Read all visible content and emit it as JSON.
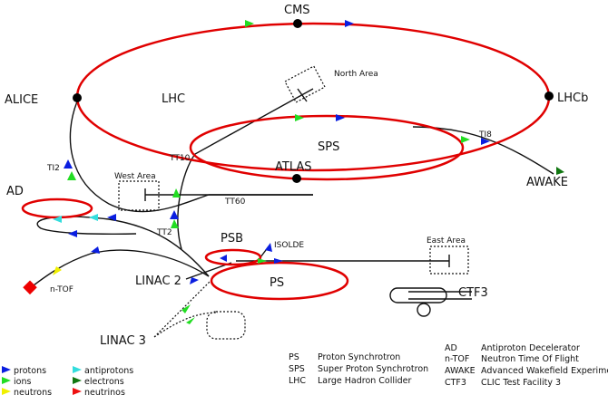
{
  "labels": {
    "cms": "CMS",
    "alice": "ALICE",
    "lhcb": "LHCb",
    "atlas": "ATLAS",
    "lhc": "LHC",
    "sps": "SPS",
    "north_area": "North Area",
    "west_area": "West Area",
    "east_area": "East Area",
    "tt10": "TT10",
    "tt60": "TT60",
    "tt2": "TT2",
    "ti2": "TI2",
    "ti8": "TI8",
    "ad": "AD",
    "awake": "AWAKE",
    "psb": "PSB",
    "ps": "PS",
    "isolde": "ISOLDE",
    "linac2": "LINAC 2",
    "linac3": "LINAC 3",
    "ntof": "n-TOF",
    "ctf3": "CTF3"
  },
  "legend": [
    {
      "label": "protons",
      "color": "#0a1ee0"
    },
    {
      "label": "ions",
      "color": "#22dd22"
    },
    {
      "label": "neutrons",
      "color": "#f0f000"
    },
    {
      "label": "antiprotons",
      "color": "#33dddd"
    },
    {
      "label": "electrons",
      "color": "#117711"
    },
    {
      "label": "neutrinos",
      "color": "#ee1111"
    }
  ],
  "abbreviations_left": [
    {
      "abbr": "PS",
      "full": "Proton Synchrotron"
    },
    {
      "abbr": "SPS",
      "full": "Super Proton Synchrotron"
    },
    {
      "abbr": "LHC",
      "full": "Large Hadron Collider"
    }
  ],
  "abbreviations_right": [
    {
      "abbr": "AD",
      "full": "Antiproton Decelerator"
    },
    {
      "abbr": "n-TOF",
      "full": "Neutron Time Of Flight"
    },
    {
      "abbr": "AWAKE",
      "full": "Advanced Wakefield Experiment"
    },
    {
      "abbr": "CTF3",
      "full": "CLIC Test Facility 3"
    }
  ],
  "colors": {
    "ring": "#e00000",
    "line": "#111111"
  }
}
